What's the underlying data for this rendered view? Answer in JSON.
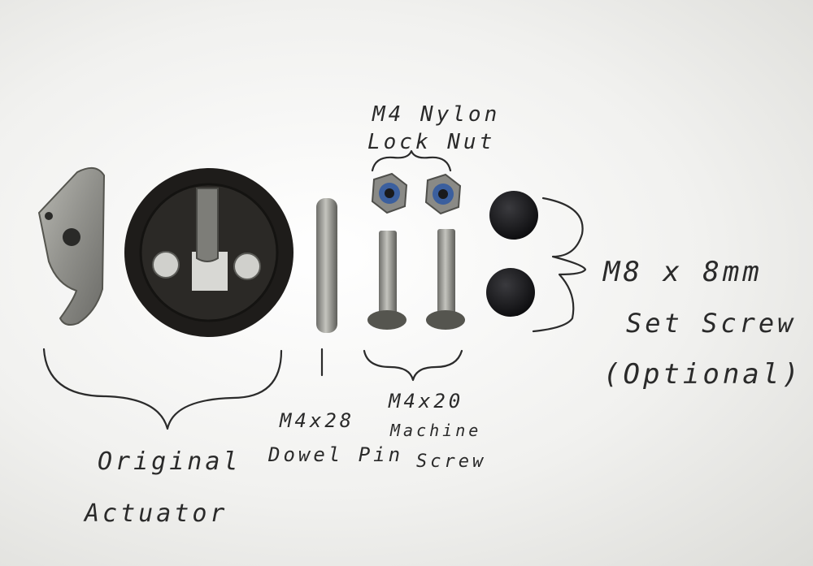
{
  "labels": {
    "lock_nut_line1": "M4 Nylon",
    "lock_nut_line2": "Lock Nut",
    "set_screw_line1": "M8 x 8mm",
    "set_screw_line2": "Set Screw",
    "set_screw_line3": "(Optional)",
    "dowel_line1": "M4x28",
    "dowel_line2": "Dowel Pin",
    "machine_line1": "M4x20",
    "machine_line2": "Machine",
    "machine_line3": "Screw",
    "actuator_line1": "Original",
    "actuator_line2": "Actuator"
  },
  "colors": {
    "paper": "#f4f4f2",
    "ink": "#2b2b2b",
    "metal": "#9a9a96",
    "plastic": "#1f1d1b",
    "nylon_insert": "#3b5f9e"
  },
  "parts": [
    "actuator-part",
    "ring-part",
    "dowel-pin-part",
    "lock-nut-part",
    "machine-screw-part",
    "set-screw-part"
  ]
}
